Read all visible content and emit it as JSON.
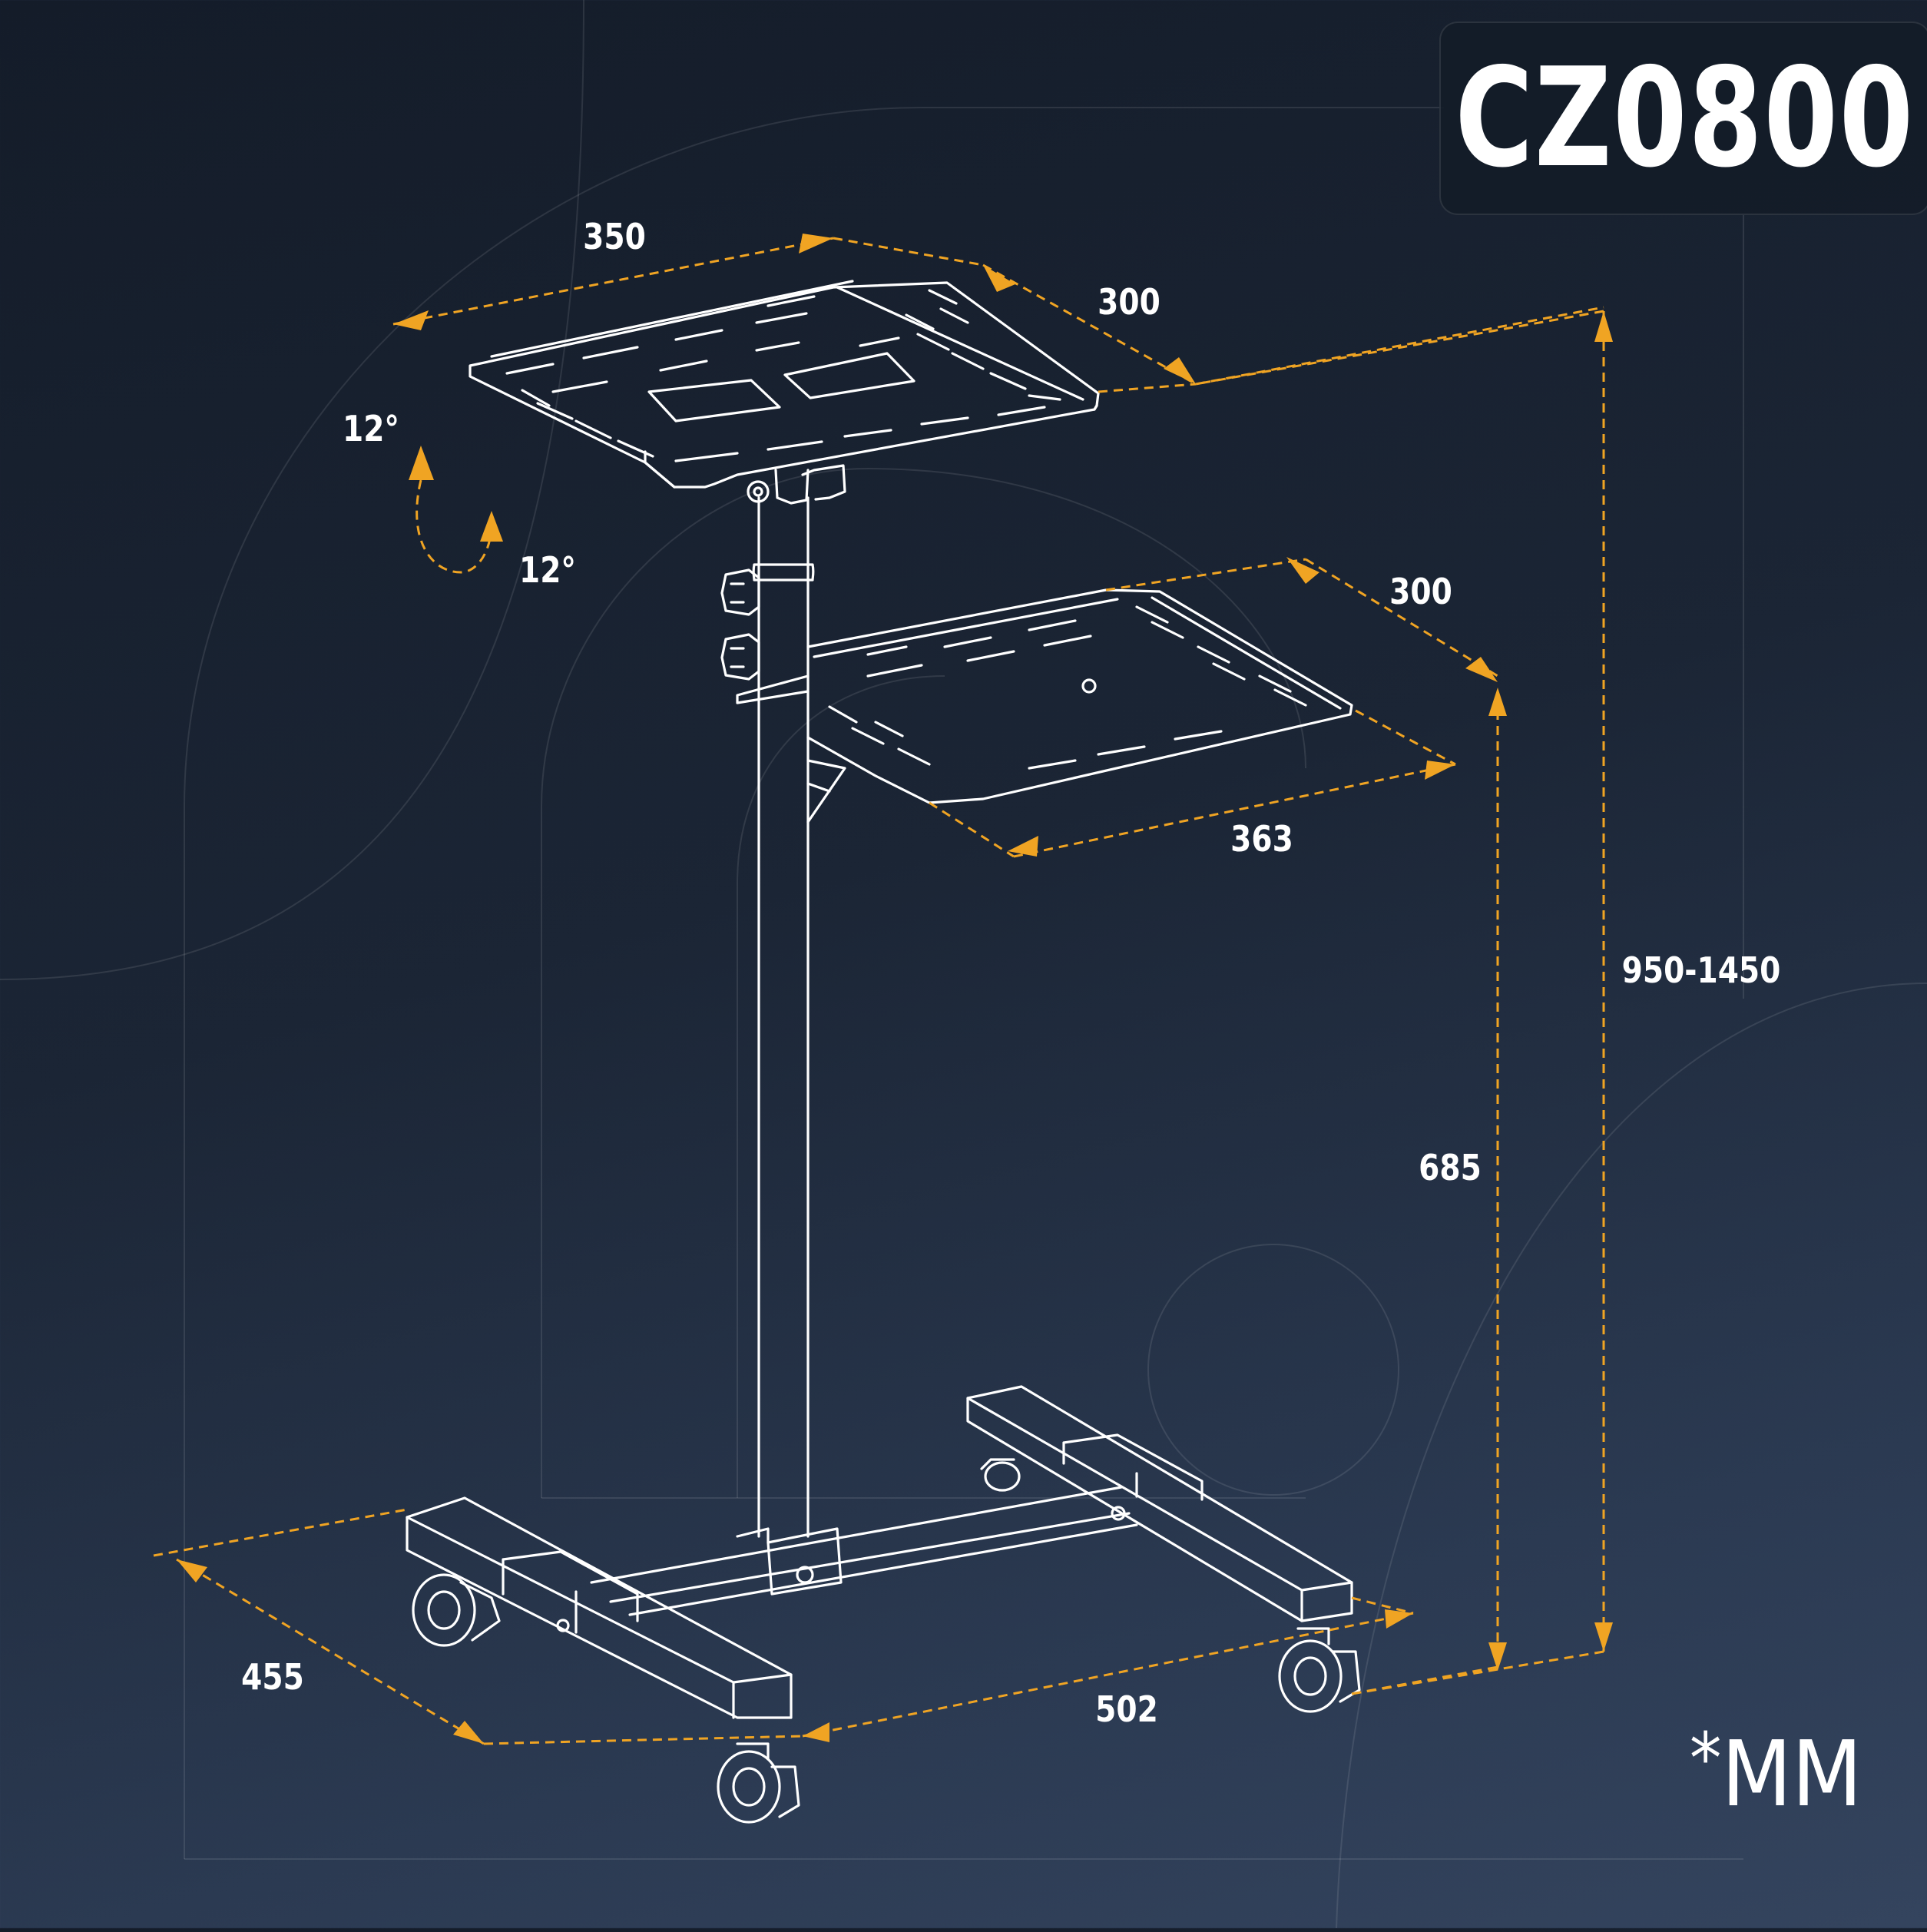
{
  "model": "CZ0800",
  "unit_star": "*",
  "unit_label": "MM",
  "dimensions": {
    "top_width": "350",
    "top_depth": "300",
    "tilt_up": "12°",
    "tilt_down": "12°",
    "shelf_depth": "300",
    "shelf_width": "363",
    "shelf_height": "685",
    "total_height": "950-1450",
    "base_depth": "455",
    "base_width": "502"
  },
  "colors": {
    "accent": "#f0a423",
    "line": "#ffffff",
    "background": "#1b2535"
  }
}
